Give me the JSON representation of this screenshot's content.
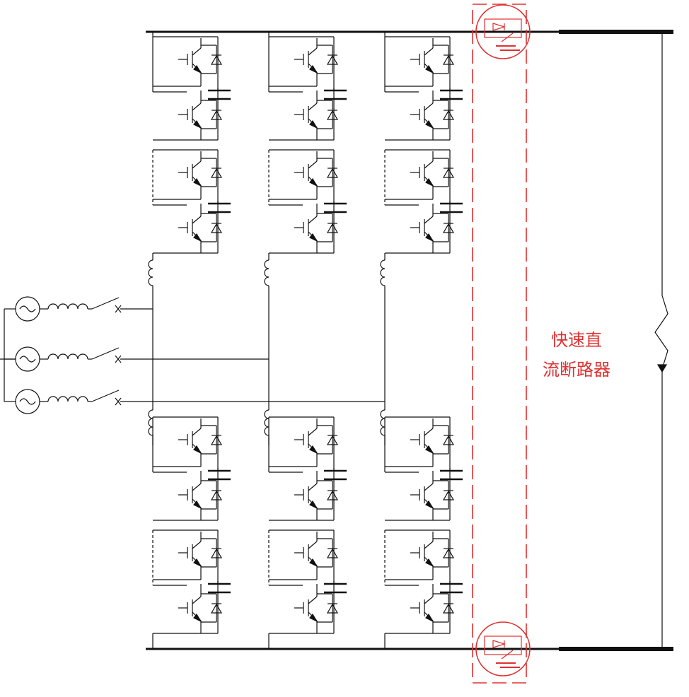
{
  "breaker_label": {
    "line1": "快速直",
    "line2": "流断路器"
  },
  "components": {
    "ac_sources": 3,
    "converter_columns": 3,
    "upper_submodules_per_column": 2,
    "lower_submodules_per_column": 2,
    "dc_breakers": 2,
    "load_branches": 1
  },
  "colors": {
    "circuit": "#111111",
    "breaker": "#e03030"
  },
  "icons": [
    "ac-source-icon",
    "inductor-icon",
    "switch-icon",
    "igbt-icon",
    "diode-icon",
    "capacitor-icon",
    "dc-breaker-icon",
    "resistor-icon"
  ]
}
